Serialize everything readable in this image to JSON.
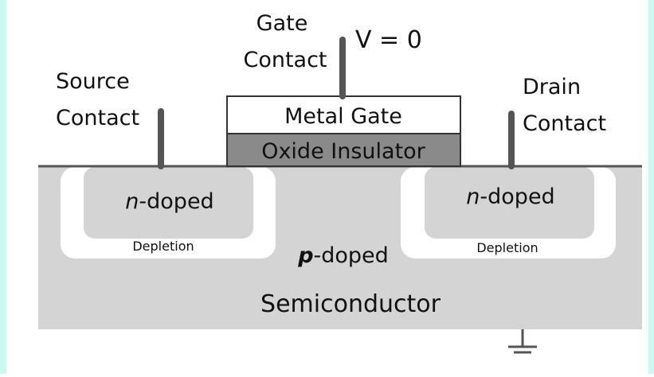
{
  "diagram": {
    "gate_contact_label": [
      "Gate",
      "Contact"
    ],
    "voltage_label": "V = 0",
    "source_contact_label": [
      "Source",
      "Contact"
    ],
    "drain_contact_label": [
      "Drain",
      "Contact"
    ],
    "metal_gate_label": "Metal Gate",
    "oxide_label": "Oxide Insulator",
    "n_doped_left": {
      "italic": "n",
      "rest": "-doped"
    },
    "n_doped_right": {
      "italic": "n",
      "rest": "-doped"
    },
    "depletion_left": "Depletion",
    "depletion_right": "Depletion",
    "p_doped": {
      "italic": "p",
      "rest": "-doped"
    },
    "semiconductor_label": "Semiconductor"
  },
  "colors": {
    "frame_border": "#cdfaf0",
    "semiconductor": "#d4d4d4",
    "oxide": "#8a8a8a",
    "contact_post": "#555555",
    "depletion": "#ffffff"
  }
}
